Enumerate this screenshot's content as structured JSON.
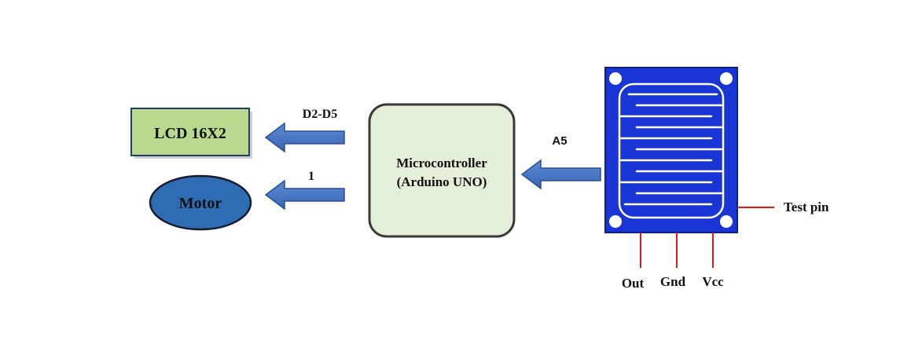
{
  "blocks": {
    "lcd": {
      "label": "LCD 16X2",
      "fill": "#b9d98f",
      "stroke": "#1f3c6e"
    },
    "motor": {
      "label": "Motor",
      "fill": "#2e6db4",
      "stroke": "#1a1a2e"
    },
    "mcu": {
      "line1": "Microcontroller",
      "line2": "(Arduino UNO)",
      "fill": "#e3efd9",
      "stroke": "#3a3a3a"
    }
  },
  "connections": {
    "lcd_pins": "D2-D5",
    "motor_pin": "1",
    "sensor_pin": "A5"
  },
  "sensor": {
    "board_color": "#1a35d6",
    "pin_color": "#e01818",
    "pins": [
      "Out",
      "Gnd",
      "Vcc"
    ],
    "test_pin_label": "Test pin"
  },
  "arrow_color": "#4472c4"
}
